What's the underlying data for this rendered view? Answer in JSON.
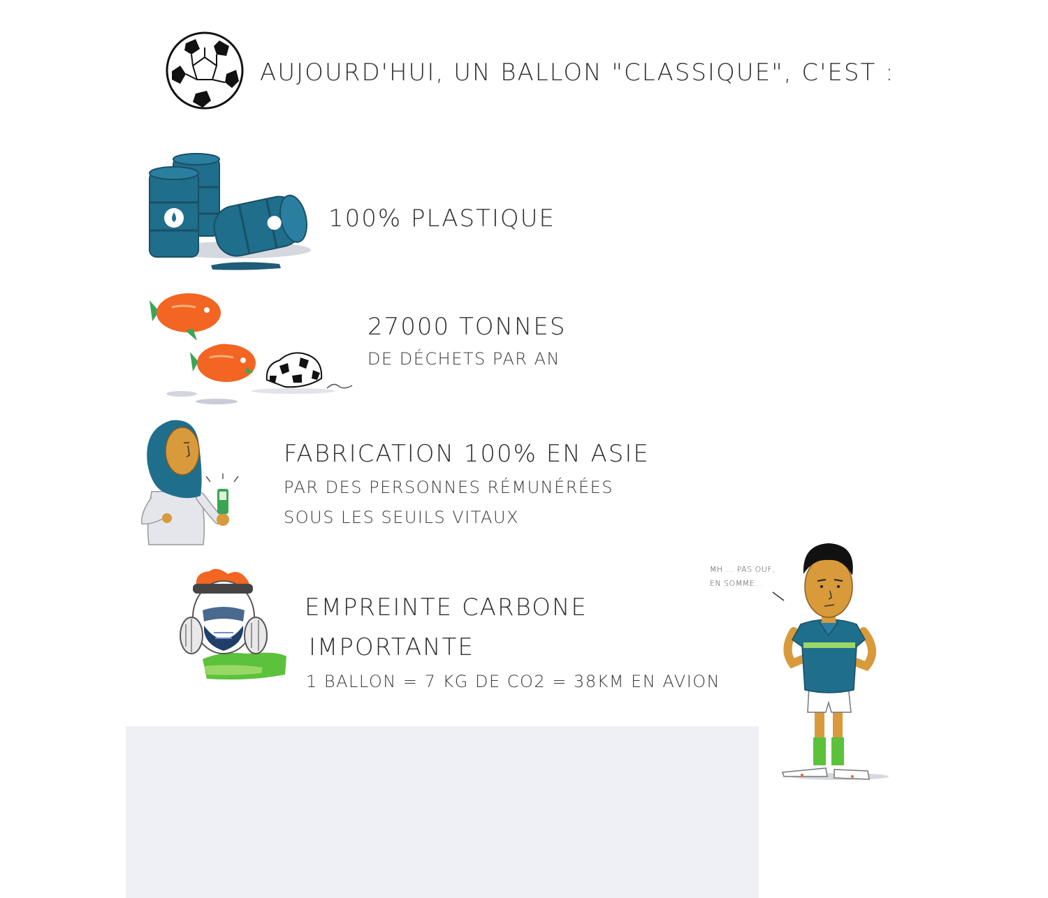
{
  "header": {
    "icon": "soccer-ball-icon",
    "title": "AUJOURD'HUI, UN BALLON \"CLASSIQUE\", C'EST :"
  },
  "facts": [
    {
      "icon": "oil-barrels-icon",
      "headline": "100% PLASTIQUE",
      "lines": []
    },
    {
      "icon": "fish-waste-icon",
      "headline": "27000 TONNES",
      "lines": [
        "DE DÉCHETS PAR AN"
      ]
    },
    {
      "icon": "worker-woman-icon",
      "headline": "FABRICATION 100% EN ASIE",
      "lines": [
        "PAR DES PERSONNES RÉMUNÉRÉES",
        "SOUS LES SEUILS VITAUX"
      ]
    },
    {
      "icon": "gas-mask-icon",
      "headline_lines": [
        "EMPREINTE CARBONE",
        "IMPORTANTE"
      ],
      "lines": [
        "1 BALLON = 7 KG DE CO2 = 38KM EN AVION"
      ]
    }
  ],
  "character": {
    "icon": "footballer-icon",
    "speech": [
      "MH ... PAS OUF,",
      "EN SOMME..."
    ]
  },
  "colors": {
    "barrel": "#1f6e8c",
    "fish": "#f26522",
    "fish_fin": "#3aa655",
    "hijab": "#1f6e8c",
    "skin": "#d89a3a",
    "grass": "#5cc23c",
    "panel": "#eff0f5"
  }
}
